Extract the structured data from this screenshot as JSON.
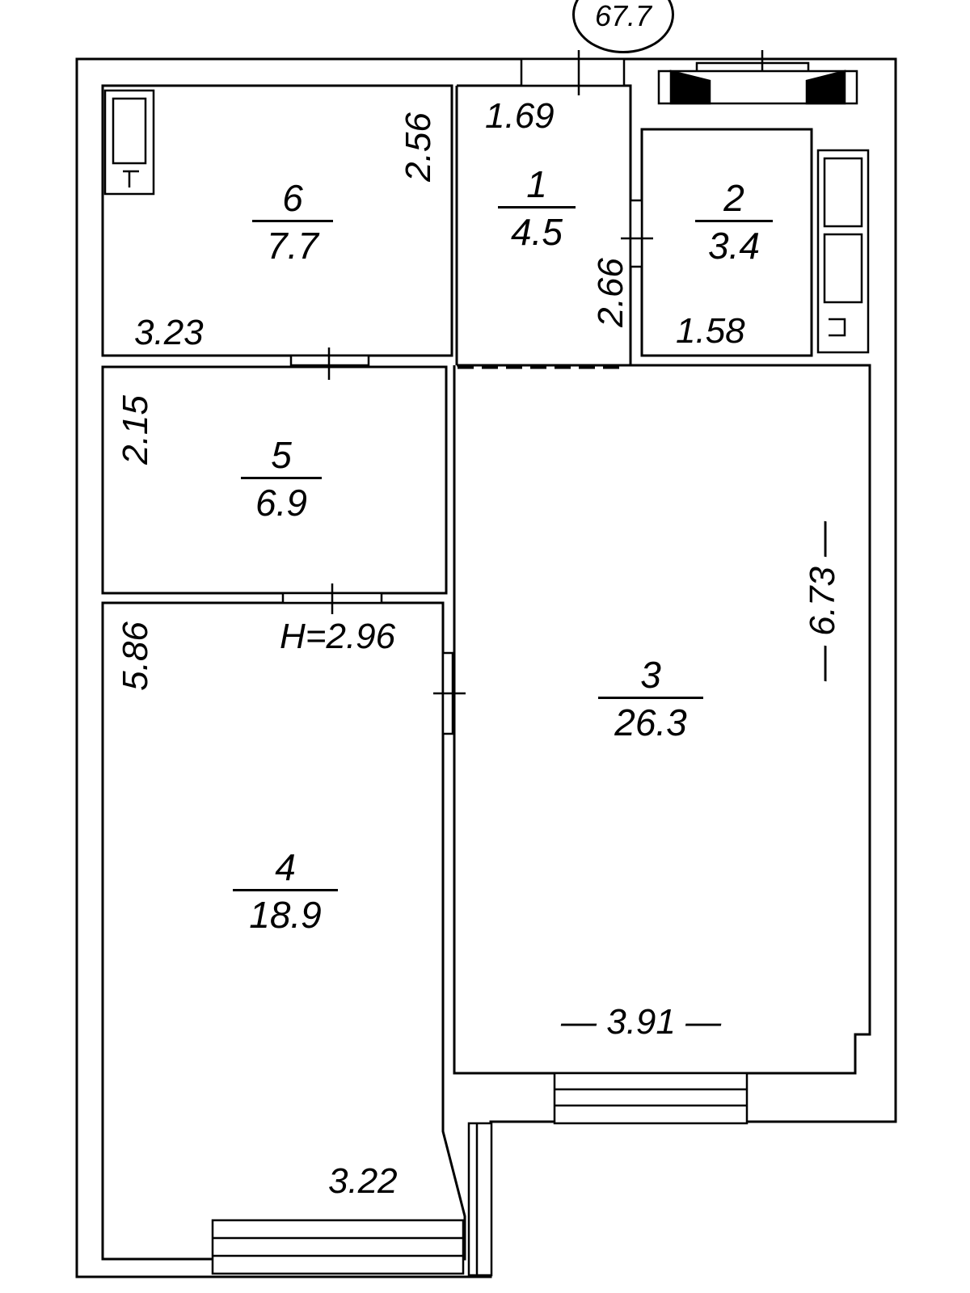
{
  "total_area": "67.7",
  "ceiling_height": "H=2.96",
  "rooms": [
    {
      "number": "1",
      "area": "4.5"
    },
    {
      "number": "2",
      "area": "3.4"
    },
    {
      "number": "3",
      "area": "26.3"
    },
    {
      "number": "4",
      "area": "18.9"
    },
    {
      "number": "5",
      "area": "6.9"
    },
    {
      "number": "6",
      "area": "7.7"
    }
  ],
  "dimensions": {
    "room6_height": "2.56",
    "room6_width": "3.23",
    "room1_width": "1.69",
    "room1_height": "2.66",
    "room2_width": "1.58",
    "room5_height": "2.15",
    "room4_height": "5.86",
    "room4_width": "3.22",
    "room3_height": "— 6.73 —",
    "room3_width": "— 3.91 —"
  }
}
